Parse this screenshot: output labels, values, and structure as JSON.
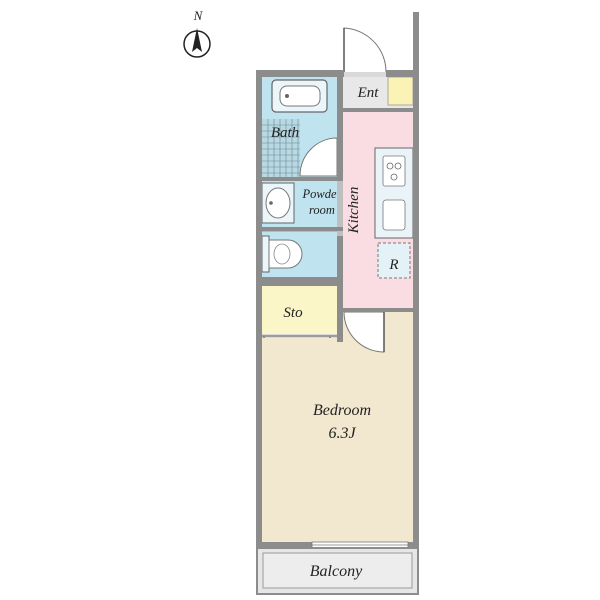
{
  "compass": {
    "north_label": "N"
  },
  "rooms": {
    "entrance": "Ent",
    "bath": "Bath",
    "powder_room_line1": "Powder",
    "powder_room_line2": "room",
    "kitchen": "Kitchen",
    "refrigerator": "R",
    "storage": "Sto",
    "bedroom": "Bedroom",
    "bedroom_size": "6.3J",
    "balcony": "Balcony"
  },
  "colors": {
    "wall": "#8c8c8c",
    "bath_fill": "#bfe3ef",
    "kitchen_fill": "#f9dde3",
    "bedroom_fill": "#f2e8cf",
    "storage_fill": "#fbf6c8",
    "entrance_fill": "#e8e8e8",
    "balcony_fill": "#e6e6e6",
    "shoe_box_fill": "#fbf3b6"
  }
}
